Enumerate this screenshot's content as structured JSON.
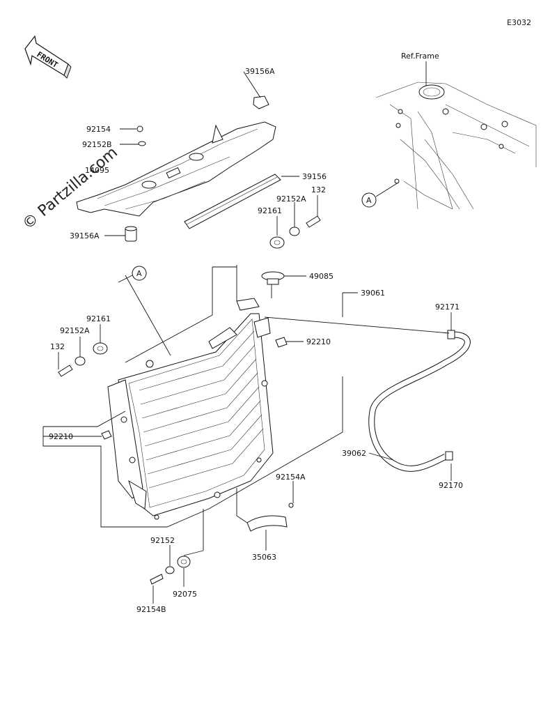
{
  "diagram_code": "E3032",
  "front_label": "FRONT",
  "ref_frame": "Ref.Frame",
  "ref_marker": "A",
  "watermark": "© Partzilla.com",
  "parts": {
    "p39156A_top": "39156A",
    "p92154": "92154",
    "p92152B": "92152B",
    "p14095": "14095",
    "p39156": "39156",
    "p39156A_bottom": "39156A",
    "p92152A_right": "92152A",
    "p132_right": "132",
    "p92161_right": "92161",
    "p49085": "49085",
    "p39061": "39061",
    "p92171": "92171",
    "p92161_left": "92161",
    "p92152A_left": "92152A",
    "p132_left": "132",
    "p92210_right": "92210",
    "p92210_left": "92210",
    "p39062": "39062",
    "p92170": "92170",
    "p92154A": "92154A",
    "p35063": "35063",
    "p92152": "92152",
    "p92075": "92075",
    "p92154B": "92154B"
  }
}
